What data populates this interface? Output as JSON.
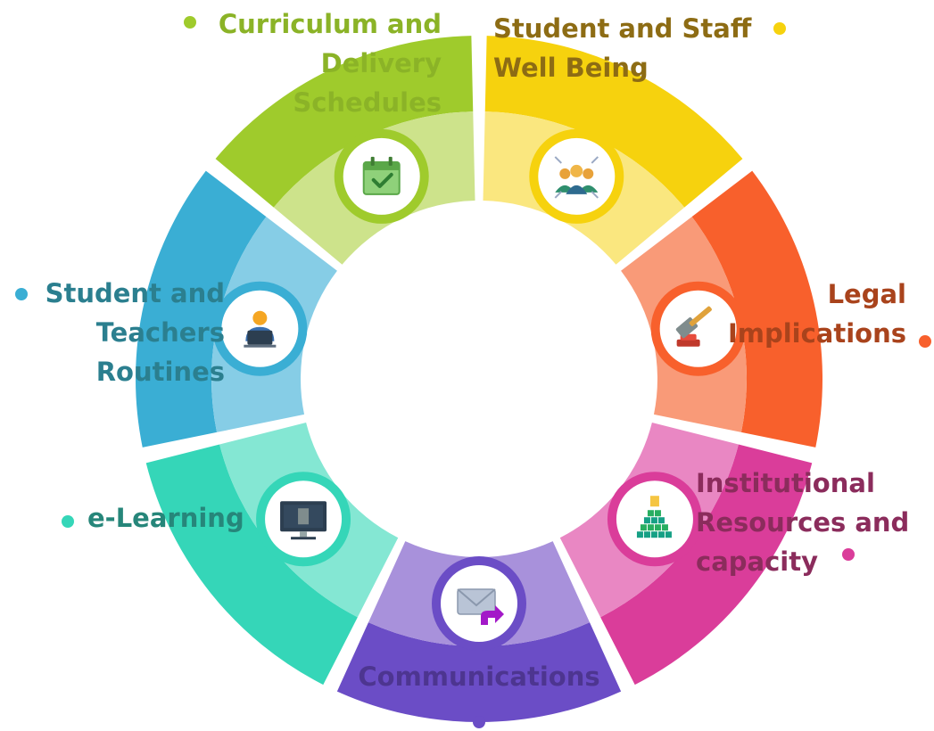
{
  "segments": [
    {
      "id": "curriculum",
      "label_lines": [
        "Curriculum and",
        "Delivery",
        "Schedules"
      ],
      "icon": "calendar-check-icon",
      "color_outer": "#9fcb2c",
      "color_inner": "#cde38b",
      "text_color": "#8bb327"
    },
    {
      "id": "wellbeing",
      "label_lines": [
        "Student and Staff",
        "Well Being"
      ],
      "icon": "group-people-icon",
      "color_outer": "#f6d20e",
      "color_inner": "#fae77f",
      "text_color": "#8d6c14"
    },
    {
      "id": "legal",
      "label_lines": [
        "Legal",
        "Implications"
      ],
      "icon": "gavel-icon",
      "color_outer": "#f8602c",
      "color_inner": "#f99a78",
      "text_color": "#a9431c"
    },
    {
      "id": "resources",
      "label_lines": [
        "Institutional",
        "Resources and",
        "capacity"
      ],
      "icon": "stacked-blocks-icon",
      "color_outer": "#da3d9a",
      "color_inner": "#e987c3",
      "text_color": "#8b2c5c"
    },
    {
      "id": "communications",
      "label_lines": [
        "Communications"
      ],
      "icon": "email-forward-icon",
      "color_outer": "#6b4dc6",
      "color_inner": "#a891db",
      "text_color": "#4d3590"
    },
    {
      "id": "elearning",
      "label_lines": [
        "e-Learning"
      ],
      "icon": "computer-monitor-icon",
      "color_outer": "#35d6b8",
      "color_inner": "#84e7d3",
      "text_color": "#26867a"
    },
    {
      "id": "routines",
      "label_lines": [
        "Student and",
        "Teachers",
        "Routines"
      ],
      "icon": "person-laptop-icon",
      "color_outer": "#3aaed4",
      "color_inner": "#86cde6",
      "text_color": "#2b7f8f"
    }
  ]
}
